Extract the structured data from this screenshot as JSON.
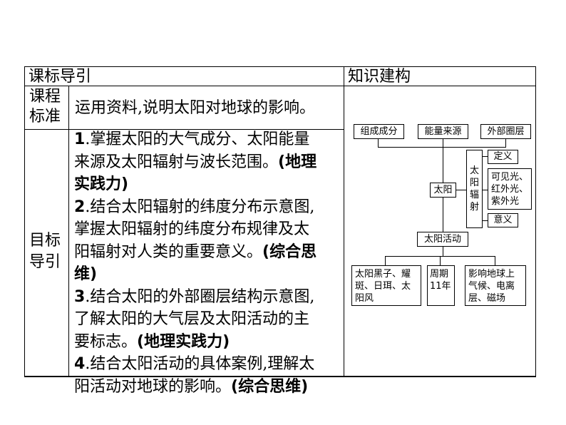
{
  "table": {
    "header_left": "课标导引",
    "header_right": "知识建构",
    "row1_label": [
      "课程",
      "标准"
    ],
    "row1_content": "运用资料,说明太阳对地球的影响。",
    "row2_label": [
      "目标",
      "导引"
    ],
    "goals": [
      {
        "num": "1",
        "lines": [
          "掌握太阳的大气成分、太阳能量",
          "来源及太阳辐射与波长范围。"
        ],
        "tag": "(地理",
        "tag2": "实践力)"
      },
      {
        "num": "2",
        "lines": [
          "结合太阳辐射的纬度分布示意图,",
          "掌握太阳辐射的纬度分布规律及太",
          "阳辐射对人类的重要意义。"
        ],
        "tag": "(综合思",
        "tag2": "维)"
      },
      {
        "num": "3",
        "lines": [
          "结合太阳的外部圈层结构示意图,",
          "了解太阳的大气层及太阳活动的主",
          "要标志。"
        ],
        "tag": "(地理实践力)"
      },
      {
        "num": "4",
        "lines": [
          "结合太阳活动的具体案例,理解太",
          "阳活动对地球的影响。"
        ],
        "tag": "(综合思维)"
      }
    ]
  },
  "diagram": {
    "top_boxes": [
      "组成成分",
      "能量来源",
      "外部圈层"
    ],
    "center": "太阳",
    "radiation": [
      "太",
      "阳",
      "辐",
      "射"
    ],
    "rad_items": [
      "定义",
      "可见光、\n红外光、\n紫外光",
      "意义"
    ],
    "activity": "太阳活动",
    "bottom_boxes": [
      "太阳黑子、耀\n斑、日珥、太\n阳风",
      "周期\n11年",
      "影响地球上\n气候、电离\n层、磁场"
    ]
  }
}
